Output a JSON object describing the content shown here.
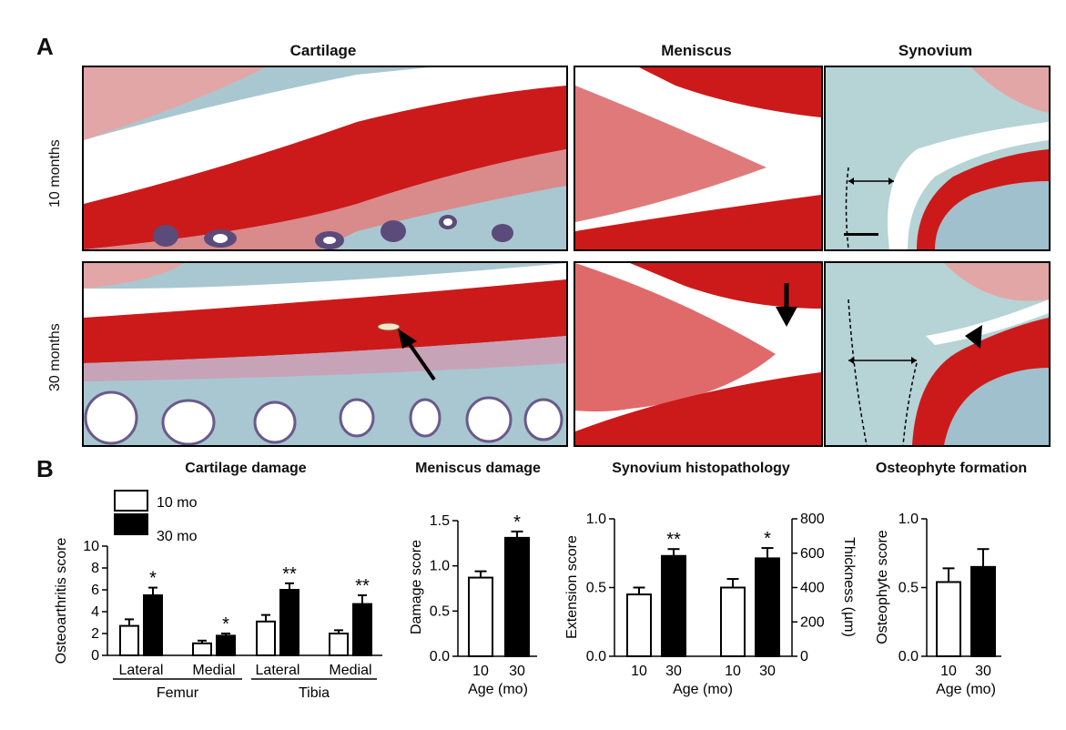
{
  "panel_a": {
    "letter": "A",
    "columns": [
      "Cartilage",
      "Meniscus",
      "Synovium"
    ],
    "rows": [
      "10 months",
      "30 months"
    ]
  },
  "panel_b": {
    "letter": "B",
    "titles": [
      "Cartilage damage",
      "Meniscus damage",
      "Synovium histopathology",
      "Osteophyte formation"
    ]
  },
  "colors": {
    "stain_red": "#cc1a1a",
    "stain_blue": "#a9c7d0",
    "bar_open": "#ffffff",
    "bar_filled": "#000000"
  },
  "chart_data": [
    {
      "type": "bar",
      "title": "Cartilage damage",
      "ylabel": "Osteoarthritis score",
      "ylim": [
        0,
        10
      ],
      "yticks": [
        "0",
        "2",
        "4",
        "6",
        "8",
        "10"
      ],
      "categories": [
        "Lateral",
        "Medial",
        "Lateral",
        "Medial"
      ],
      "groups": [
        "Femur",
        "Tibia"
      ],
      "legend": [
        "10 mo",
        "30 mo"
      ],
      "series": [
        {
          "name": "10 mo",
          "values": [
            2.7,
            1.1,
            3.1,
            2.0
          ],
          "errors": [
            0.6,
            0.25,
            0.6,
            0.3
          ]
        },
        {
          "name": "30 mo",
          "values": [
            5.5,
            1.8,
            6.0,
            4.7
          ],
          "errors": [
            0.7,
            0.2,
            0.6,
            0.8
          ]
        }
      ],
      "significance": [
        "*",
        "*",
        "**",
        "**"
      ]
    },
    {
      "type": "bar",
      "title": "Meniscus damage",
      "ylabel": "Damage score",
      "xlabel": "Age (mo)",
      "ylim": [
        0,
        1.5
      ],
      "yticks": [
        "0.0",
        "0.5",
        "1.0",
        "1.5"
      ],
      "categories": [
        "10",
        "30"
      ],
      "values": [
        0.87,
        1.31
      ],
      "errors": [
        0.07,
        0.07
      ],
      "significance": [
        "",
        "*"
      ]
    },
    {
      "type": "bar",
      "title": "Synovium histopathology",
      "ylabel": "Extension score",
      "ylabel_right": "Thickness (µm)",
      "xlabel": "Age (mo)",
      "ylim": [
        0,
        1.0
      ],
      "ylim_right": [
        0,
        800
      ],
      "yticks": [
        "0.0",
        "0.5",
        "1.0"
      ],
      "yticks_right": [
        "0",
        "200",
        "400",
        "600",
        "800"
      ],
      "categories": [
        "10",
        "30",
        "10",
        "30"
      ],
      "values": [
        0.45,
        0.73,
        400,
        570
      ],
      "errors": [
        0.05,
        0.05,
        50,
        60
      ],
      "axis": [
        "left",
        "left",
        "right",
        "right"
      ],
      "significance": [
        "",
        "**",
        "",
        "*"
      ]
    },
    {
      "type": "bar",
      "title": "Osteophyte formation",
      "ylabel": "Osteophyte score",
      "xlabel": "Age (mo)",
      "ylim": [
        0,
        1.0
      ],
      "yticks": [
        "0.0",
        "0.5",
        "1.0"
      ],
      "categories": [
        "10",
        "30"
      ],
      "values": [
        0.54,
        0.65
      ],
      "errors": [
        0.1,
        0.13
      ],
      "significance": [
        "",
        ""
      ]
    }
  ]
}
